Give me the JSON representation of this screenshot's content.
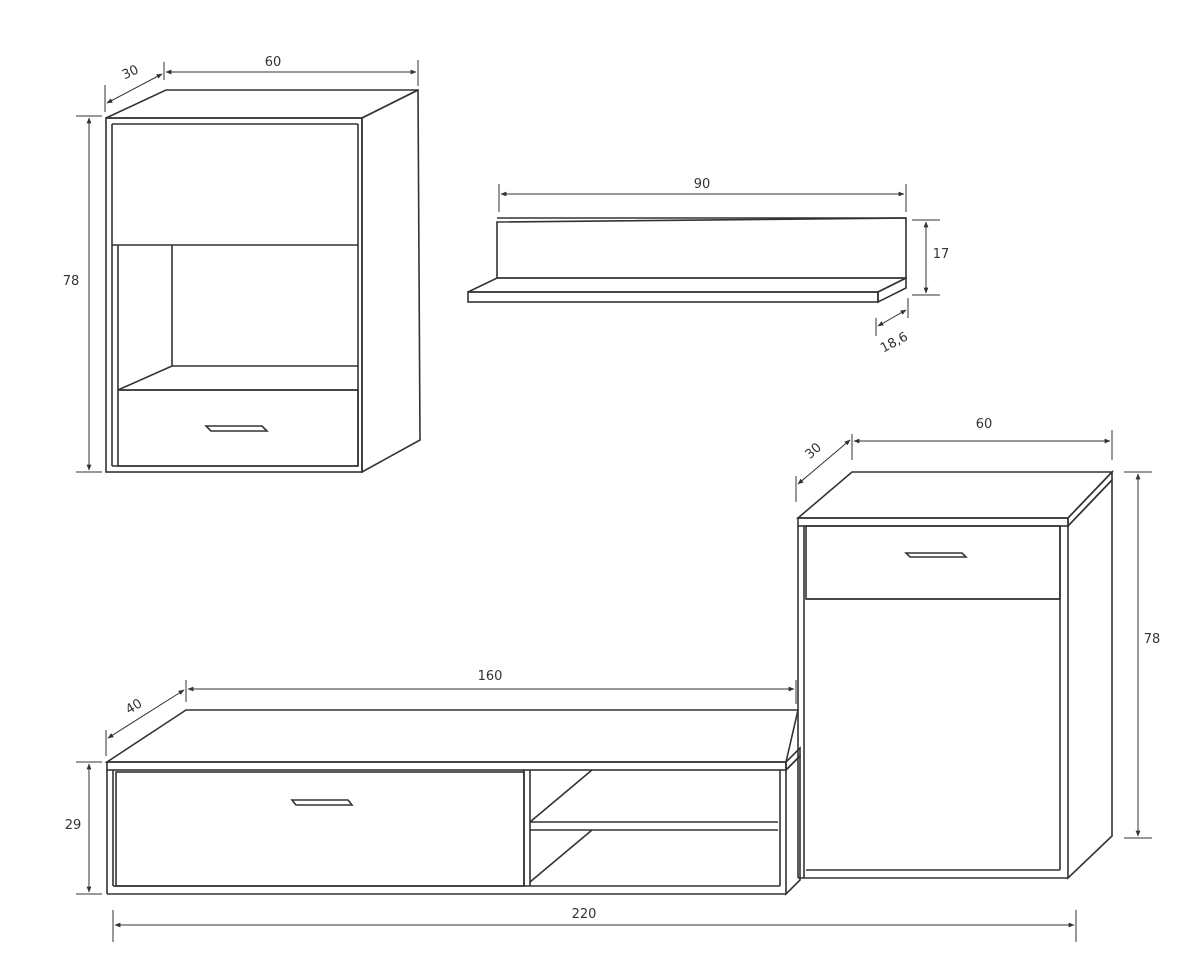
{
  "colors": {
    "line": "#333333",
    "background": "#ffffff"
  },
  "wall_cabinet": {
    "depth": "30",
    "width": "60",
    "height": "78"
  },
  "wall_shelf": {
    "width": "90",
    "height": "17",
    "depth": "18,6"
  },
  "tall_cabinet": {
    "depth": "30",
    "width": "60",
    "height": "78"
  },
  "tv_unit": {
    "depth": "40",
    "width": "160",
    "height": "29"
  },
  "overall": {
    "width": "220"
  }
}
